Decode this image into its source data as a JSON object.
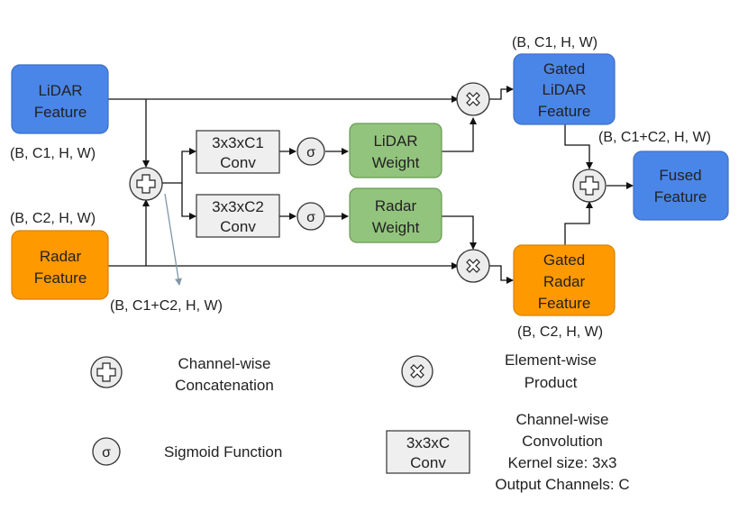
{
  "nodes": {
    "lidar_feature": [
      "LiDAR",
      "Feature"
    ],
    "radar_feature": [
      "Radar",
      "Feature"
    ],
    "conv_c1": [
      "3x3xC1",
      "Conv"
    ],
    "conv_c2": [
      "3x3xC2",
      "Conv"
    ],
    "lidar_weight": [
      "LiDAR",
      "Weight"
    ],
    "radar_weight": [
      "Radar",
      "Weight"
    ],
    "gated_lidar": [
      "Gated",
      "LiDAR",
      "Feature"
    ],
    "gated_radar": [
      "Gated",
      "Radar",
      "Feature"
    ],
    "fused_feature": [
      "Fused",
      "Feature"
    ]
  },
  "shapes": {
    "lidar": "(B, C1, H, W)",
    "radar": "(B, C2, H, W)",
    "concat": "(B, C1+C2, H, W)",
    "gated_lidar": "(B, C1, H, W)",
    "gated_radar": "(B, C2, H, W)",
    "fused": "(B, C1+C2, H, W)"
  },
  "symbols": {
    "sigmoid": "σ"
  },
  "legend": {
    "concat": [
      "Channel-wise",
      "Concatenation"
    ],
    "product": [
      "Element-wise",
      "Product"
    ],
    "sigmoid": "Sigmoid Function",
    "conv_box": [
      "3x3xC",
      "Conv"
    ],
    "conv_desc": [
      "Channel-wise",
      "Convolution",
      "Kernel size: 3x3",
      "Output Channels: C"
    ]
  },
  "colors": {
    "blue": "#4a86e8",
    "orange": "#ff9900",
    "green": "#93c47d",
    "gray_box": "#efefef",
    "arrow_gray": "#7f97a8"
  }
}
